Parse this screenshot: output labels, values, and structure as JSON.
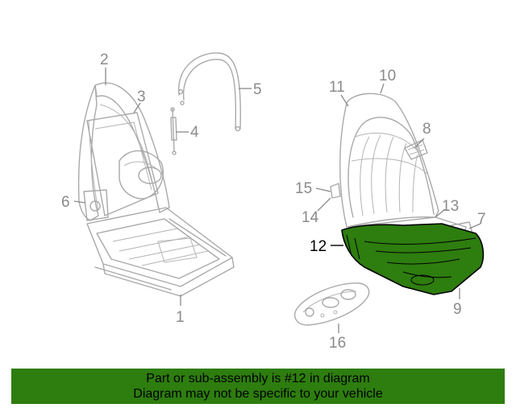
{
  "callouts": {
    "c1": "1",
    "c2": "2",
    "c3": "3",
    "c4": "4",
    "c5": "5",
    "c6": "6",
    "c7": "7",
    "c8": "8",
    "c9": "9",
    "c10": "10",
    "c11": "11",
    "c12": "12",
    "c13": "13",
    "c14": "14",
    "c15": "15",
    "c16": "16"
  },
  "highlighted_part": "12",
  "colors": {
    "highlight": "#2e7d0f",
    "line_art": "#a9a9a9",
    "callout_text": "#8a8a8a"
  },
  "banner": {
    "line1": "Part or sub-assembly is #12 in diagram",
    "line2": "Diagram may not be specific to your vehicle"
  }
}
